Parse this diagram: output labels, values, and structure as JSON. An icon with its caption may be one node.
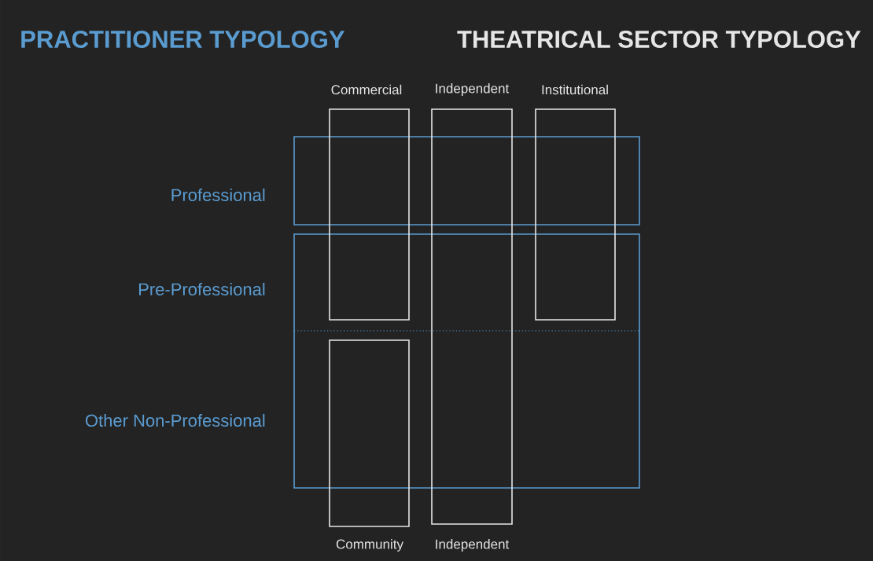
{
  "diagram": {
    "nodes": [
      {
        "text": [
          "Professional"
        ]
      },
      {
        "text": [
          "Pre-Professional",
          "Other Non-Professional"
        ]
      },
      {
        "text": [
          "Commercial"
        ]
      },
      {
        "text": [
          "Independent",
          "Independent"
        ]
      },
      {
        "text": [
          "Institutional"
        ]
      },
      {
        "text": [
          "Community"
        ]
      }
    ],
    "labels": [
      "PRACTITIONER TYPOLOGY",
      "THEATRICAL SECTOR TYPOLOGY"
    ]
  }
}
